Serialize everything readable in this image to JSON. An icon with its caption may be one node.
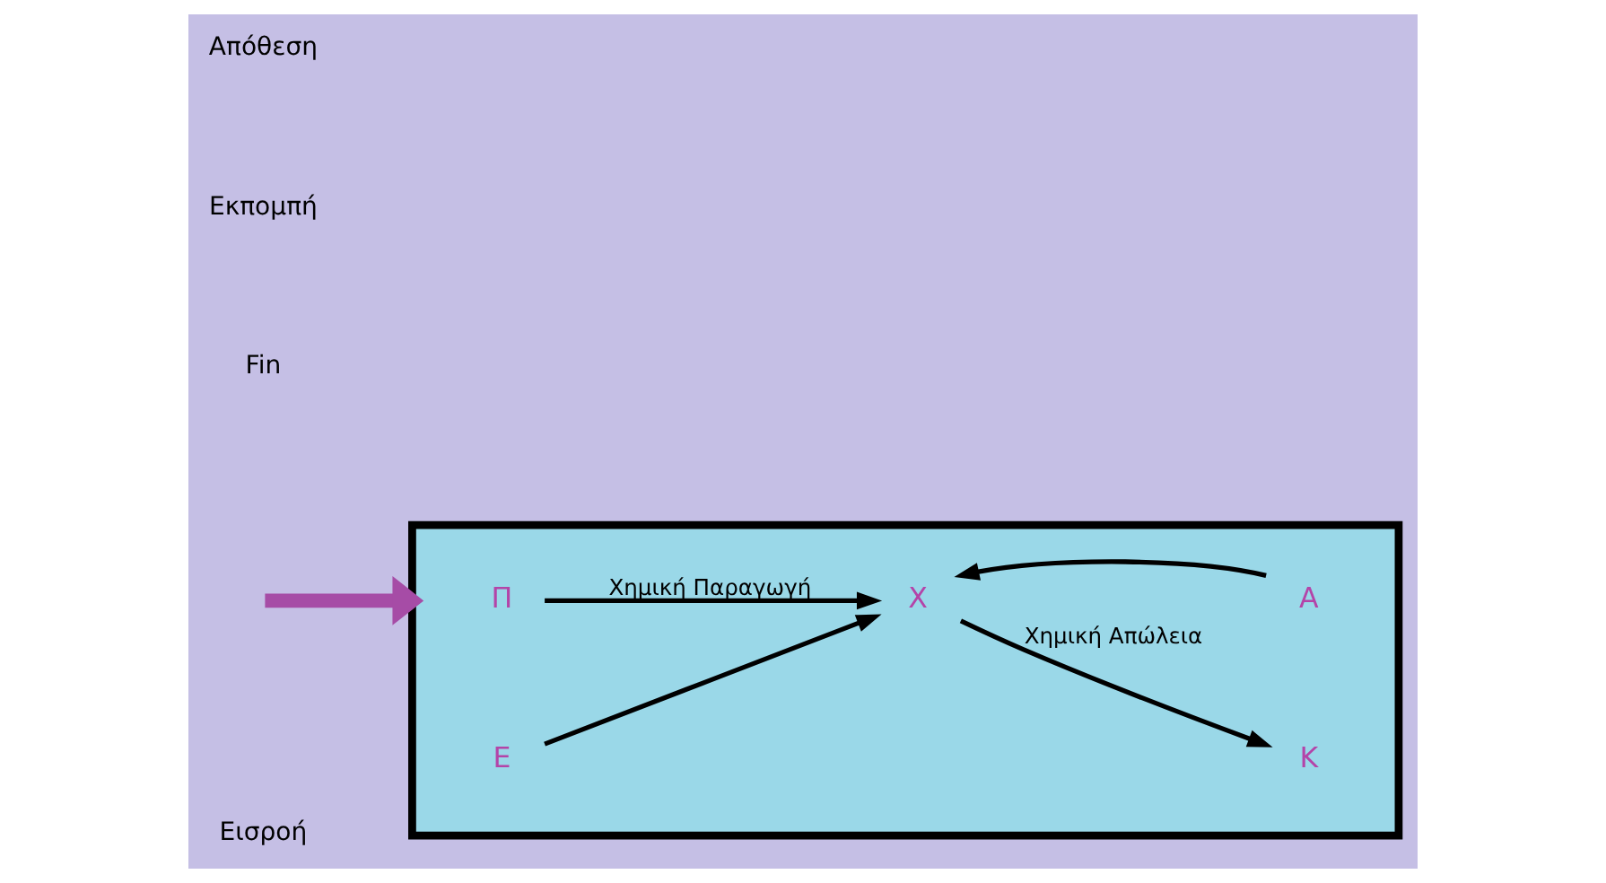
{
  "diagram": {
    "nodes": [
      {
        "text": [],
        "shape": "box"
      },
      {
        "text": [
          "Π"
        ],
        "in": 0
      },
      {
        "text": [
          "Κ"
        ],
        "in": 0
      },
      {
        "text": [
          "Χ"
        ],
        "in": 0
      },
      {
        "text": [
          "Ε"
        ],
        "in": 0
      },
      {
        "text": [
          "Α"
        ],
        "in": 0
      }
    ],
    "edges": [
      {
        "from": null,
        "to": 0,
        "arrow": "to",
        "style": "thick",
        "color": "#a64ca6"
      },
      {
        "from": 1,
        "to": 3,
        "arrow": "to",
        "label": "Χημική Παραγωγή"
      },
      {
        "from": 3,
        "to": 2,
        "arrow": "to",
        "label": "Χημική Απώλεια"
      },
      {
        "from": 4,
        "to": 3,
        "arrow": "to"
      },
      {
        "from": 5,
        "to": 3,
        "arrow": "to"
      }
    ],
    "labels": [
      "Fin",
      "Εισροή",
      "Εκπομπή",
      "Απόθεση"
    ]
  }
}
